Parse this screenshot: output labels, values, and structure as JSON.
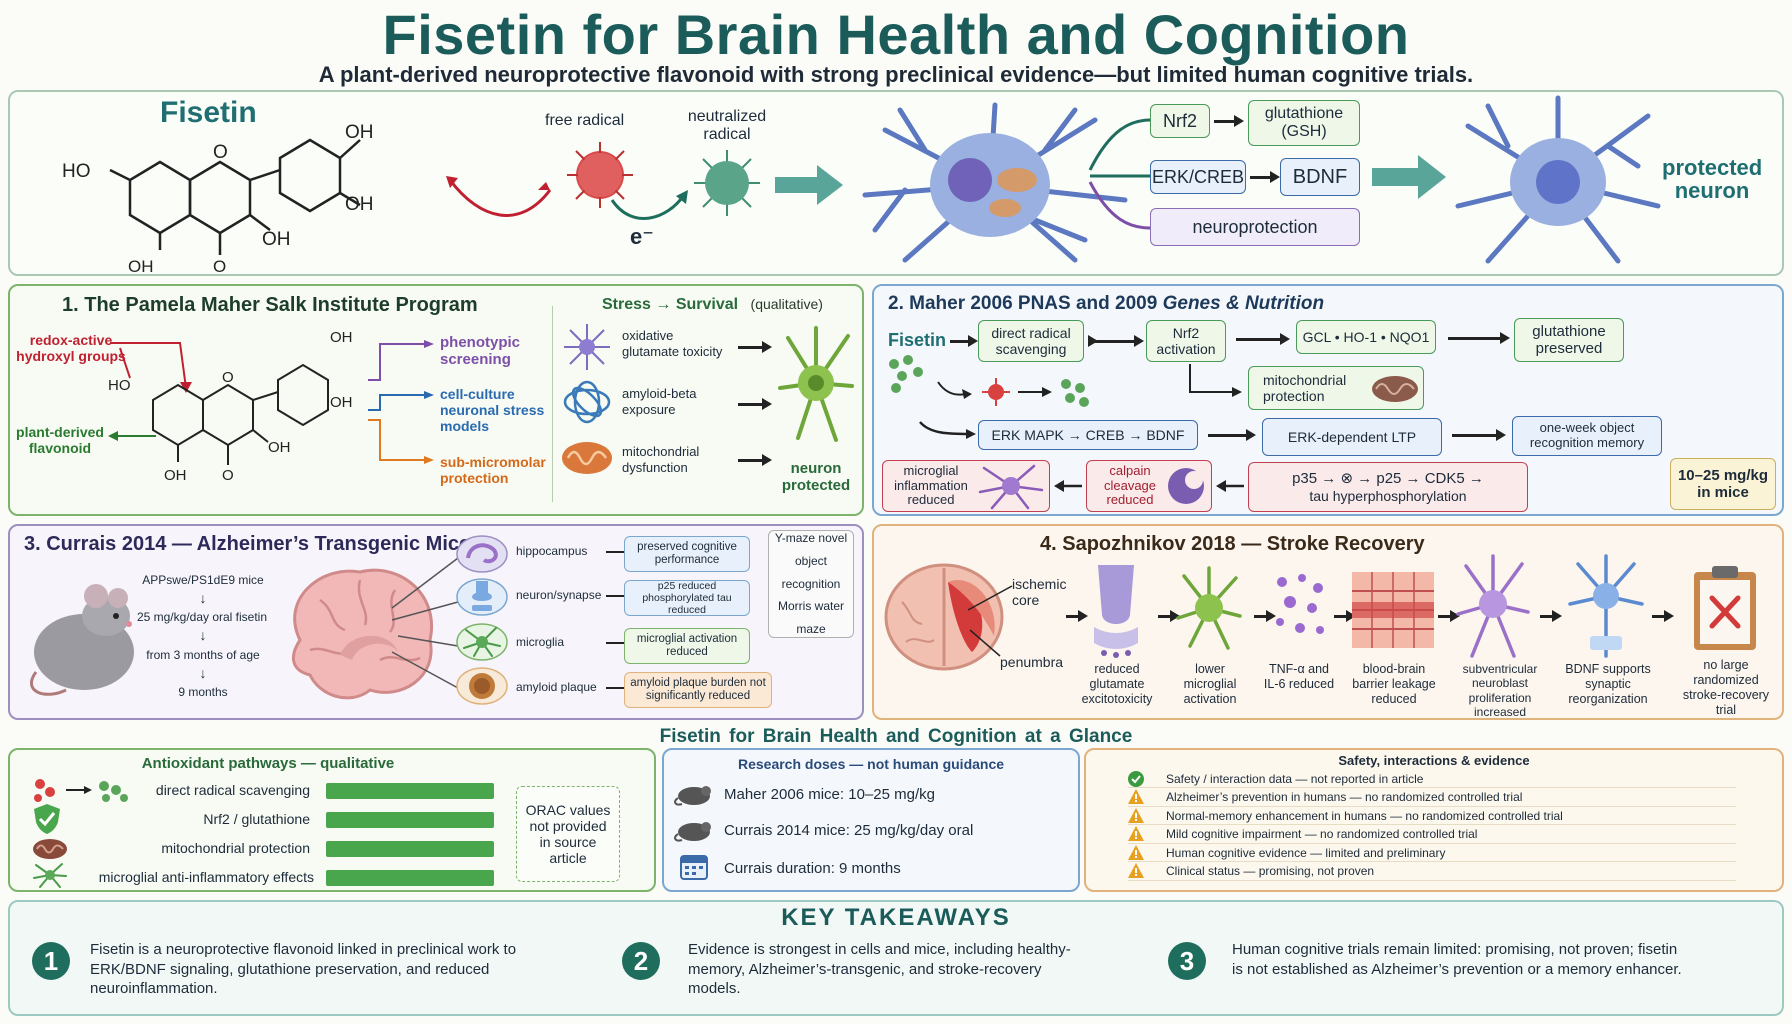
{
  "header": {
    "title": "Fisetin for Brain Health and Cognition",
    "subtitle": "A plant-derived neuroprotective flavonoid with strong preclinical evidence—but limited human cognitive trials."
  },
  "hero": {
    "molecule_name": "Fisetin",
    "oh_labels": [
      "OH",
      "OH",
      "HO",
      "OH",
      "OH"
    ],
    "o_label": "O",
    "carbonyl_o": "O",
    "free_radical": "free radical",
    "neutralized": "neutralized radical",
    "electron": "e⁻",
    "nrf2": "Nrf2",
    "gsh": "glutathione (GSH)",
    "erk": "ERK/CREB",
    "bdnf": "BDNF",
    "neuroprotection": "neuroprotection",
    "protected_neuron": "protected neuron"
  },
  "panel1": {
    "title": "1. The Pamela Maher Salk Institute Program",
    "redox_label": "redox-active hydroxyl groups",
    "plant_label": "plant-derived flavonoid",
    "pheno": "phenotypic screening",
    "cell": "cell-culture neuronal stress models",
    "submicro": "sub-micromolar protection",
    "stress_title": "Stress → Survival",
    "stress_qual": "(qualitative)",
    "oxidative": "oxidative glutamate toxicity",
    "amyloid": "amyloid-beta exposure",
    "mito": "mitochondrial dysfunction",
    "neuron_protected": "neuron protected"
  },
  "panel2": {
    "title_plain": "2. Maher 2006 PNAS and 2009",
    "title_italic": "Genes & Nutrition",
    "fisetin": "Fisetin",
    "direct": "direct radical scavenging",
    "nrf2": "Nrf2 activation",
    "gcl": "GCL • HO-1 • NQO1",
    "gsh": "glutathione preserved",
    "mito": "mitochondrial protection",
    "erk": "ERK MAPK → CREB → BDNF",
    "ltp": "ERK-dependent LTP",
    "memory": "one-week object recognition memory",
    "microglial": "microglial inflammation reduced",
    "calpain": "calpain cleavage reduced",
    "p35_line": "p35 → ⊗ → p25 → CDK5 →",
    "tau": "tau hyperphosphorylation",
    "dose": "10–25 mg/kg in mice"
  },
  "panel3": {
    "title": "3. Currais 2014 — Alzheimer’s Transgenic Mice",
    "steps": [
      "APPswe/PS1dE9 mice",
      "25 mg/kg/day oral fisetin",
      "from 3 months of age",
      "9 months"
    ],
    "rows": [
      {
        "label": "hippocampus",
        "result": "preserved cognitive performance"
      },
      {
        "label": "neuron/synapse",
        "result": "p25 reduced phosphorylated tau reduced"
      },
      {
        "label": "microglia",
        "result": "microglial activation reduced"
      },
      {
        "label": "amyloid plaque",
        "result": "amyloid plaque burden not significantly reduced"
      }
    ],
    "tests": "Y-maze novel object recognition Morris water maze"
  },
  "panel4": {
    "title": "4. Sapozhnikov 2018 — Stroke Recovery",
    "core": "ischemic core",
    "penumbra": "penumbra",
    "steps": [
      "reduced glutamate excitotoxicity",
      "lower microglial activation",
      "TNF-α and IL-6 reduced",
      "blood-brain barrier leakage reduced",
      "subventricular neuroblast proliferation increased",
      "BDNF supports synaptic reorganization",
      "no large randomized stroke-recovery trial"
    ]
  },
  "glance": {
    "title": "Fisetin for Brain Health and Cognition at a Glance",
    "anti_title": "Antioxidant pathways — qualitative",
    "anti_rows": [
      "direct radical scavenging",
      "Nrf2 / glutathione",
      "mitochondrial protection",
      "microglial anti-inflammatory effects"
    ],
    "orac": "ORAC values not provided in source article",
    "doses_title": "Research doses — not human guidance",
    "doses": [
      "Maher 2006 mice: 10–25 mg/kg",
      "Currais 2014 mice: 25 mg/kg/day oral",
      "Currais duration: 9 months"
    ],
    "safety_title": "Safety, interactions & evidence",
    "safety": [
      "Safety / interaction data — not reported in article",
      "Alzheimer’s prevention in humans — no randomized controlled trial",
      "Normal-memory enhancement in humans — no randomized controlled trial",
      "Mild cognitive impairment — no randomized controlled trial",
      "Human cognitive evidence — limited and preliminary",
      "Clinical status — promising, not proven"
    ]
  },
  "takeaways": {
    "title": "KEY TAKEAWAYS",
    "items": [
      {
        "n": "1",
        "text": "Fisetin is a neuroprotective flavonoid linked in preclinical work to ERK/BDNF signaling, glutathione preservation, and reduced neuroinflammation."
      },
      {
        "n": "2",
        "text": "Evidence is strongest in cells and mice, including healthy-memory, Alzheimer’s-transgenic, and stroke-recovery models."
      },
      {
        "n": "3",
        "text": "Human cognitive trials remain limited: promising, not proven; fisetin is not established as Alzheimer’s prevention or a memory enhancer."
      }
    ]
  },
  "colors": {
    "title": "#1b5c5a",
    "green_border": "#7db36b",
    "blue_border": "#7ba7cf",
    "purple_border": "#9d8fc0",
    "orange_border": "#e0b27c",
    "bar": "#4aa64c"
  }
}
